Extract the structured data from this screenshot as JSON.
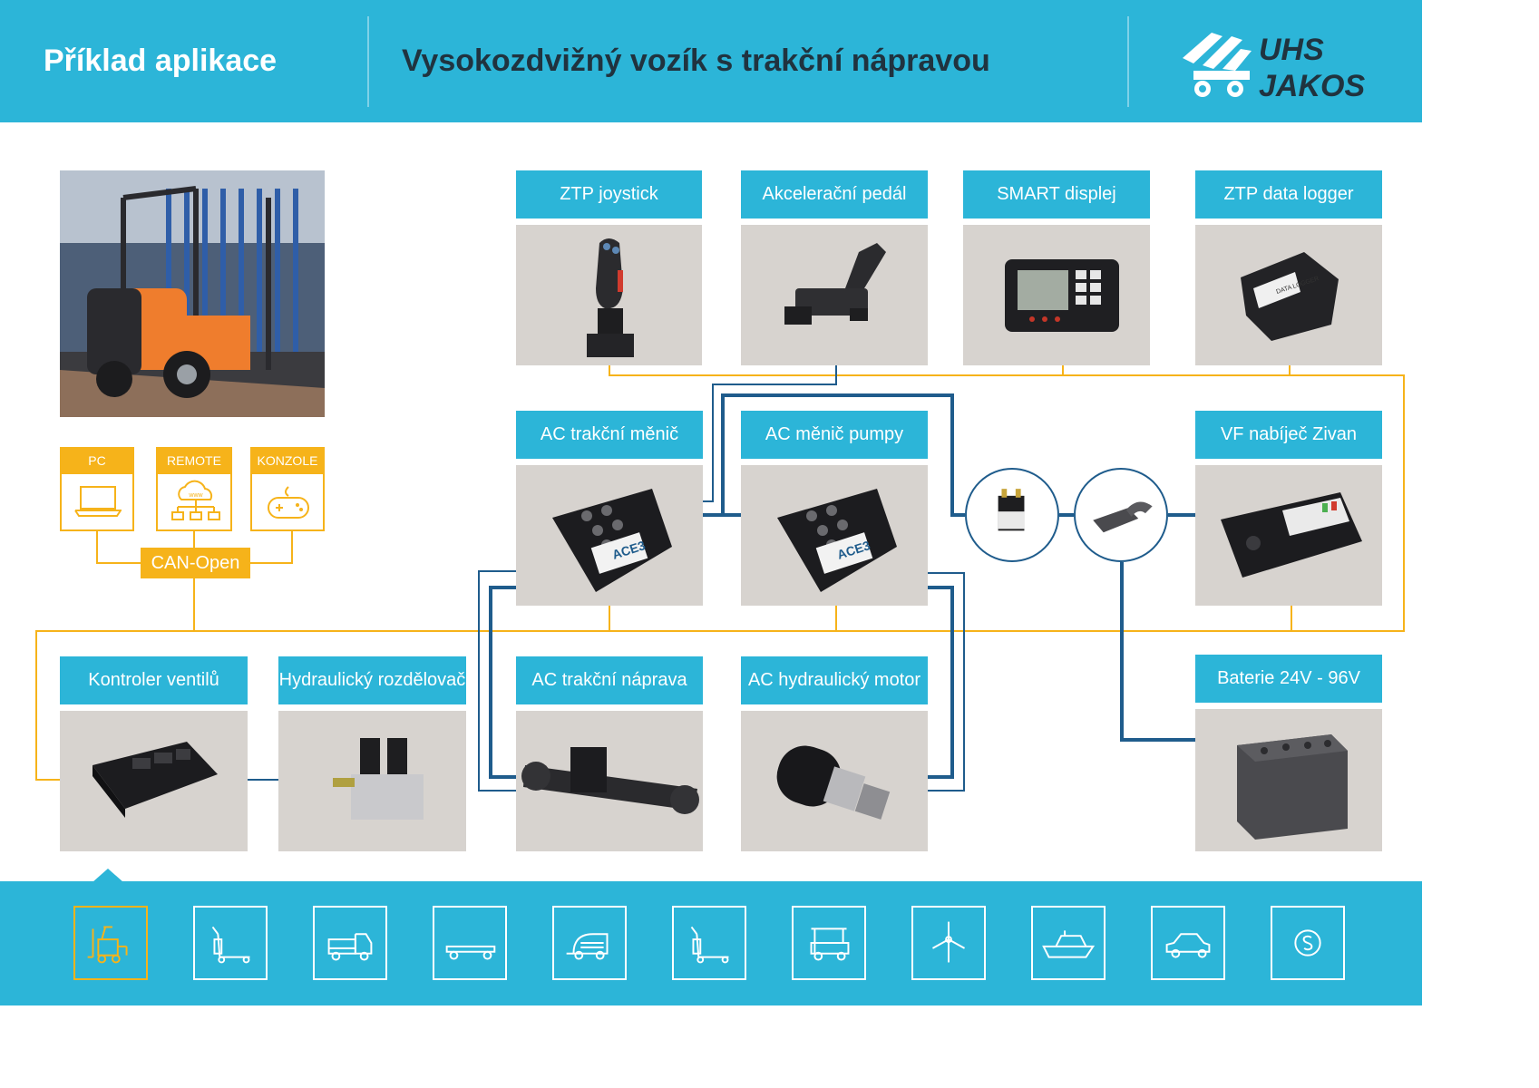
{
  "header": {
    "left_title": "Příklad aplikace",
    "title": "Vysokozdvižný vozík s trakční nápravou",
    "logo_line1": "UHS",
    "logo_line2": "JAKOS"
  },
  "interfaces": {
    "pc": "PC",
    "remote": "REMOTE",
    "remote_www": "www",
    "konzole": "KONZOLE",
    "bus": "CAN-Open"
  },
  "components": {
    "joystick": "ZTP joystick",
    "pedal": "Akcelerační pedál",
    "display": "SMART displej",
    "logger": "ZTP data logger",
    "traction_inverter": "AC trakční měnič",
    "pump_inverter": "AC měnič pumpy",
    "charger": "VF nabíječ Zivan",
    "valve_controller": "Kontroler ventilů",
    "hydraulic_distributor": "Hydraulický rozdělovač",
    "traction_axle": "AC trakční náprava",
    "hydraulic_motor": "AC hydraulický motor",
    "battery": "Baterie 24V - 96V"
  },
  "product_labels": {
    "ace3": "ACE3",
    "logger_tag": "DATA LOGGER"
  },
  "colors": {
    "accent_blue": "#2cb5d8",
    "can_orange": "#f6b31a",
    "power_blue": "#1f5c8c",
    "title_dark": "#20333f"
  },
  "footer": {
    "applications": [
      {
        "icon": "forklift-icon",
        "active": true
      },
      {
        "icon": "pallet-truck-icon",
        "active": false
      },
      {
        "icon": "utility-truck-icon",
        "active": false
      },
      {
        "icon": "platform-trailer-icon",
        "active": false
      },
      {
        "icon": "floor-sweeper-icon",
        "active": false
      },
      {
        "icon": "stacker-icon",
        "active": false
      },
      {
        "icon": "golf-cart-icon",
        "active": false
      },
      {
        "icon": "wind-turbine-icon",
        "active": false
      },
      {
        "icon": "boat-icon",
        "active": false
      },
      {
        "icon": "car-icon",
        "active": false
      },
      {
        "icon": "coin-icon",
        "active": false
      }
    ]
  }
}
